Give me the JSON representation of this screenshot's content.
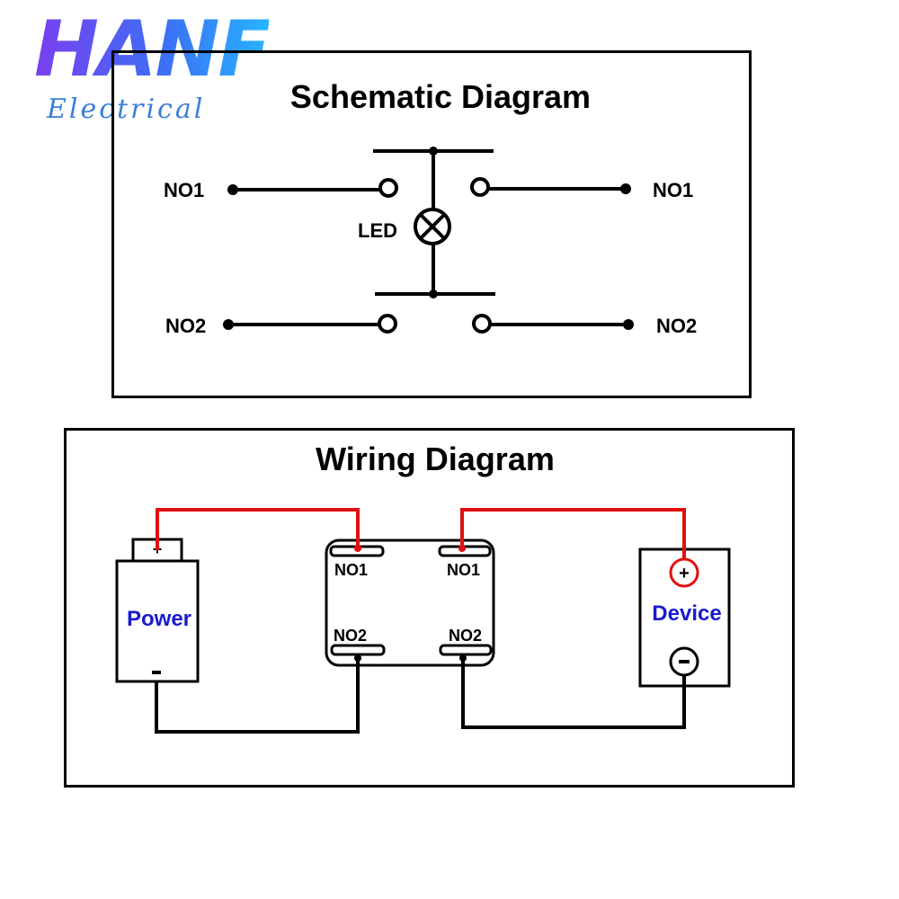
{
  "logo": {
    "main": "HANF",
    "sub": "Electrical"
  },
  "schematic": {
    "title": "Schematic Diagram",
    "no1_left": "NO1",
    "no1_right": "NO1",
    "no2_left": "NO2",
    "no2_right": "NO2",
    "led": "LED"
  },
  "wiring": {
    "title": "Wiring Diagram",
    "power_label": "Power",
    "device_label": "Device",
    "switch_pins": {
      "top_left": "NO1",
      "top_right": "NO1",
      "bottom_left": "NO2",
      "bottom_right": "NO2"
    },
    "plus_symbol": "+",
    "minus_symbol": "-"
  },
  "colors": {
    "wire_positive": "#e01010",
    "wire_negative": "#000000",
    "label_blue": "#1a1acc"
  }
}
